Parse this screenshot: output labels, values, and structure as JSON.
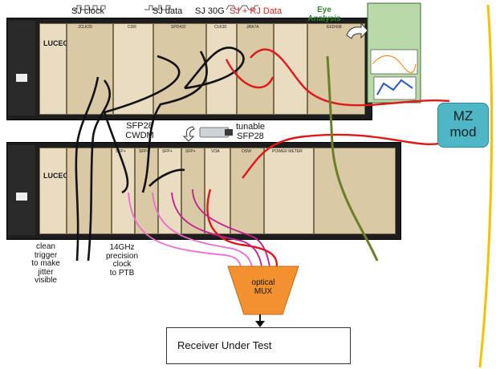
{
  "labels": {
    "sj_clock": "SJ clock",
    "sj_data": "SJ data",
    "sj_30g": "SJ 30G",
    "sj_rj_data": "SJ + RJ Data",
    "eye_analysis_1": "Eye",
    "eye_analysis_2": "Analysis",
    "sfp28_cwdm_1": "SFP28",
    "sfp28_cwdm_2": "CWDM",
    "tunable_sfp28_1": "tunable",
    "tunable_sfp28_2": "SFP28",
    "mz_mod_1": "MZ",
    "mz_mod_2": "mod",
    "clean_trigger": [
      "clean",
      "trigger",
      "to make",
      "jitter",
      "visible"
    ],
    "precision_clock": [
      "14GHz",
      "precision",
      "clock",
      "to PTB"
    ],
    "optical_mux_1": "optical",
    "optical_mux_2": "MUX",
    "receiver_under_test": "Receiver Under Test"
  },
  "top_rack": {
    "brand": "LUCEO",
    "modules": [
      "JCLK20",
      "CDR",
      "SPD432",
      "CLK30",
      "JRA7A",
      "EED438"
    ]
  },
  "bottom_rack": {
    "brand": "LUCEO",
    "modules": [
      "SFP+",
      "SFP+",
      "SFP+",
      "SFP+",
      "VOA",
      "OSW",
      "POWER METER"
    ]
  },
  "colors": {
    "cable_black": "#111111",
    "cable_red": "#e01818",
    "cable_olive": "#6b7f2a",
    "cable_pink": "#f06ad2",
    "cable_magenta": "#c21f8e",
    "mux_orange": "#f39030",
    "mz_teal": "#4fb6c6",
    "rack_panel": "#e9dcc0"
  }
}
